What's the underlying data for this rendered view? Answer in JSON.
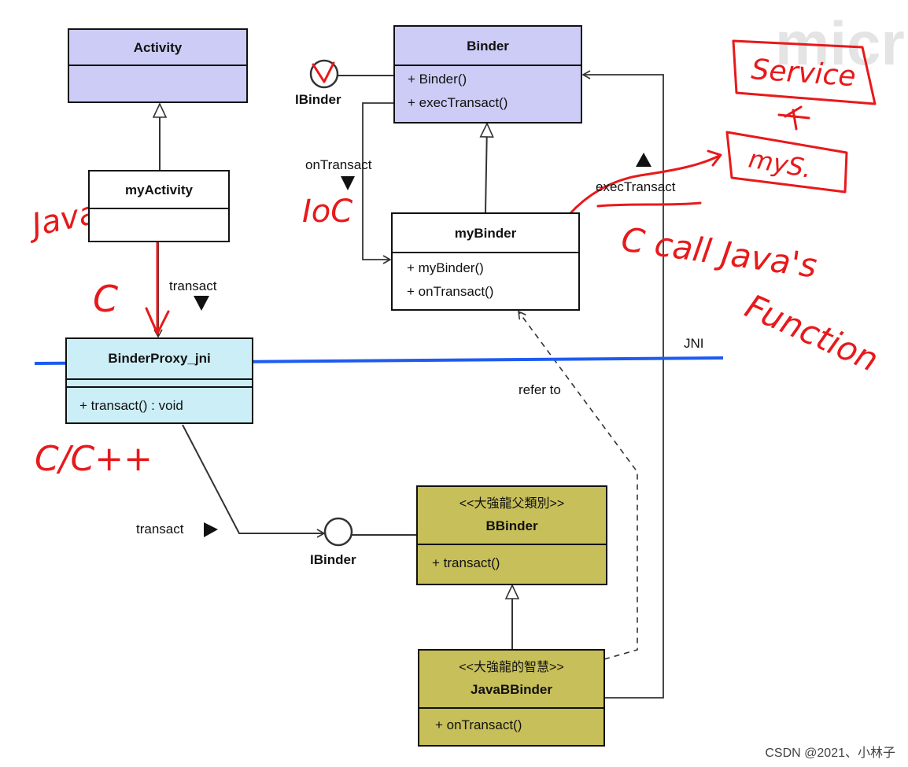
{
  "classes": {
    "activity": {
      "name": "Activity",
      "fill": "#ccccf6"
    },
    "my_activity": {
      "name": "myActivity",
      "fill": "#ffffff"
    },
    "binder": {
      "name": "Binder",
      "fill": "#ccccf6",
      "ops": [
        "+ Binder()",
        "+ execTransact()"
      ]
    },
    "my_binder": {
      "name": "myBinder",
      "fill": "#ffffff",
      "ops": [
        "+ myBinder()",
        "+ onTransact()"
      ]
    },
    "binder_proxy": {
      "name": "BinderProxy_jni",
      "fill": "#cceef6",
      "ops": [
        "+ transact() : void"
      ]
    },
    "bbinder": {
      "stereotype": "<<大強龍父類別>>",
      "name": "BBinder",
      "fill": "#c7bf59",
      "ops": [
        "+ transact()"
      ]
    },
    "java_bbinder": {
      "stereotype": "<<大強龍的智慧>>",
      "name": "JavaBBinder",
      "fill": "#c7bf59",
      "ops": [
        "+ onTransact()"
      ]
    }
  },
  "labels": {
    "ibinder_top": "IBinder",
    "ibinder_bottom": "IBinder",
    "on_transact": "onTransact",
    "exec_transact": "execTransact",
    "transact_upper": "transact",
    "transact_lower": "transact",
    "refer_to": "refer to",
    "jni": "JNI"
  },
  "annotations": {
    "java_call": "Java call",
    "c": "C",
    "ioc": "IoC",
    "c_call": "C call Java's",
    "function": "Function",
    "c_cpp": "C/C++",
    "service": "Service",
    "myS": "myS."
  },
  "watermark": "micr",
  "footer": "CSDN @2021、小林子",
  "colors": {
    "ink": "#e8191b",
    "jni_line": "#1e5bf0",
    "line": "#333333"
  }
}
